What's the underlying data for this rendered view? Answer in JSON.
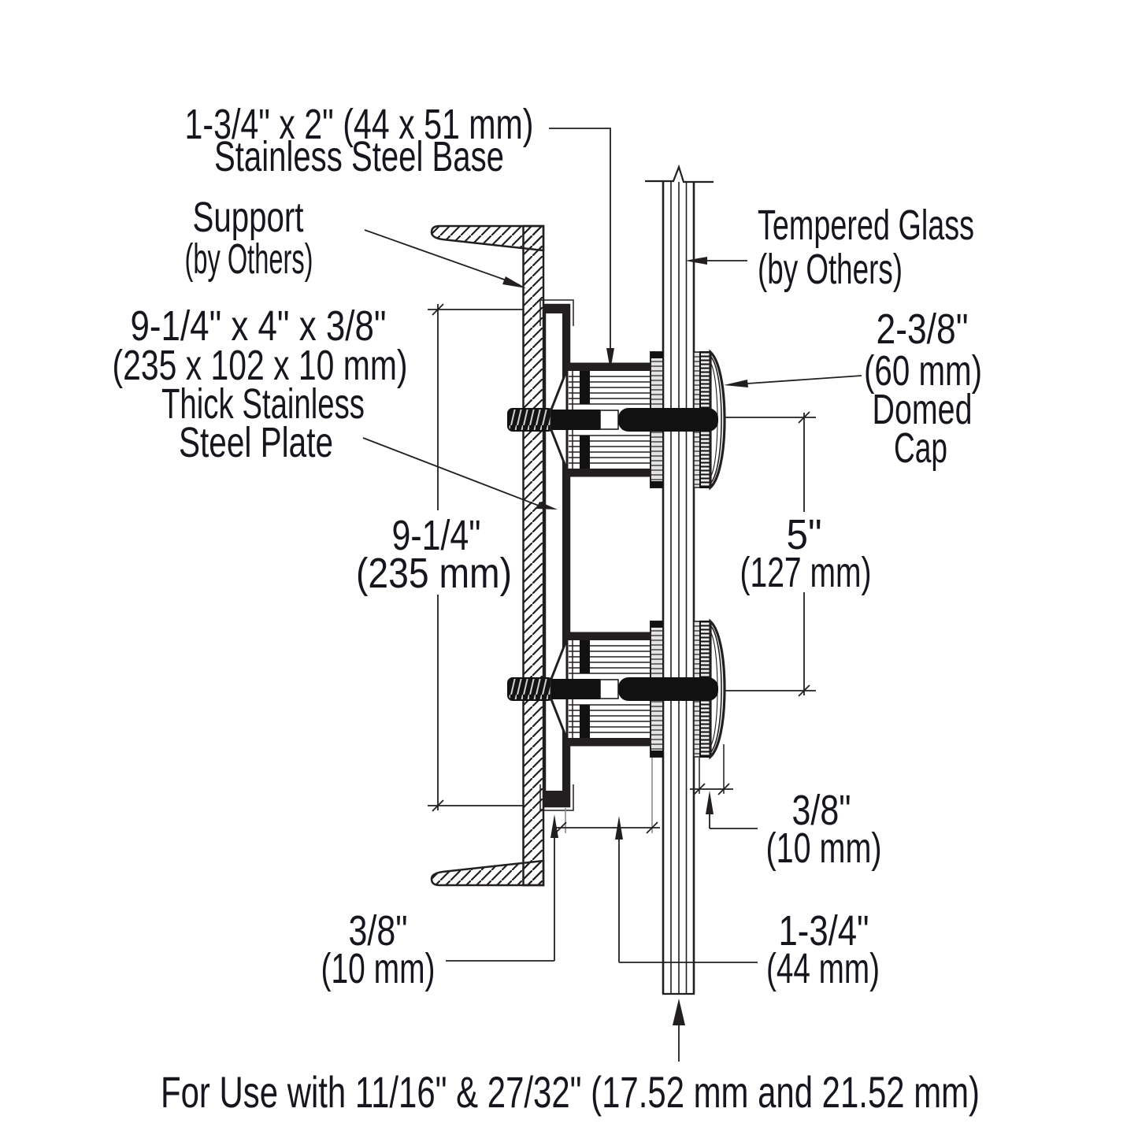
{
  "title": "Glass railing standoff mounting cross-section detail",
  "colors": {
    "line": "#231f20",
    "text": "#16161e",
    "background": "#ffffff"
  },
  "callouts": {
    "base": {
      "line1": "1-3/4\" x 2\" (44 x 51 mm)",
      "line2": "Stainless Steel Base"
    },
    "support": {
      "line1": "Support",
      "line2": "(by Others)"
    },
    "plate": {
      "line1": "9-1/4\" x 4\" x 3/8\"",
      "line2": "(235 x 102 x 10 mm)",
      "line3": "Thick Stainless",
      "line4": "Steel Plate"
    },
    "glass": {
      "line1": "Tempered Glass",
      "line2": "(by Others)"
    },
    "domed_cap": {
      "line1": "2-3/8\"",
      "line2": "(60 mm)",
      "line3": "Domed",
      "line4": "Cap"
    }
  },
  "dimensions": {
    "plate_height": {
      "imperial": "9-1/4\"",
      "metric": "(235 mm)"
    },
    "standoff_spacing": {
      "imperial": "5\"",
      "metric": "(127 mm)"
    },
    "cap_projection": {
      "imperial": "3/8\"",
      "metric": "(10 mm)"
    },
    "plate_thickness": {
      "imperial": "3/8\"",
      "metric": "(10 mm)"
    },
    "standoff_length": {
      "imperial": "1-3/4\"",
      "metric": "(44 mm)"
    }
  },
  "footer": {
    "note": "For Use with 11/16\" & 27/32\" (17.52 mm and 21.52 mm)"
  }
}
